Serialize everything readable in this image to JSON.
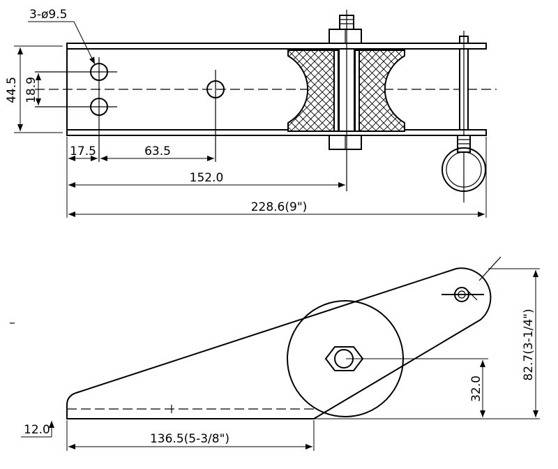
{
  "top_view": {
    "holes_callout": "3-ø9.5",
    "dim_overall_height": "44.5",
    "dim_hole_spacing": "18.9",
    "dim_edge_to_holes": "17.5",
    "dim_hole_to_hole": "63.5",
    "dim_to_roller": "152.0",
    "dim_overall_length": "228.6(9\")"
  },
  "side_view": {
    "dim_axle_height": "32.0",
    "dim_total_height": "82.7(3-1/4\")",
    "dim_base_length": "136.5(5-3/8\")",
    "dim_plate_thickness": "12.0"
  }
}
